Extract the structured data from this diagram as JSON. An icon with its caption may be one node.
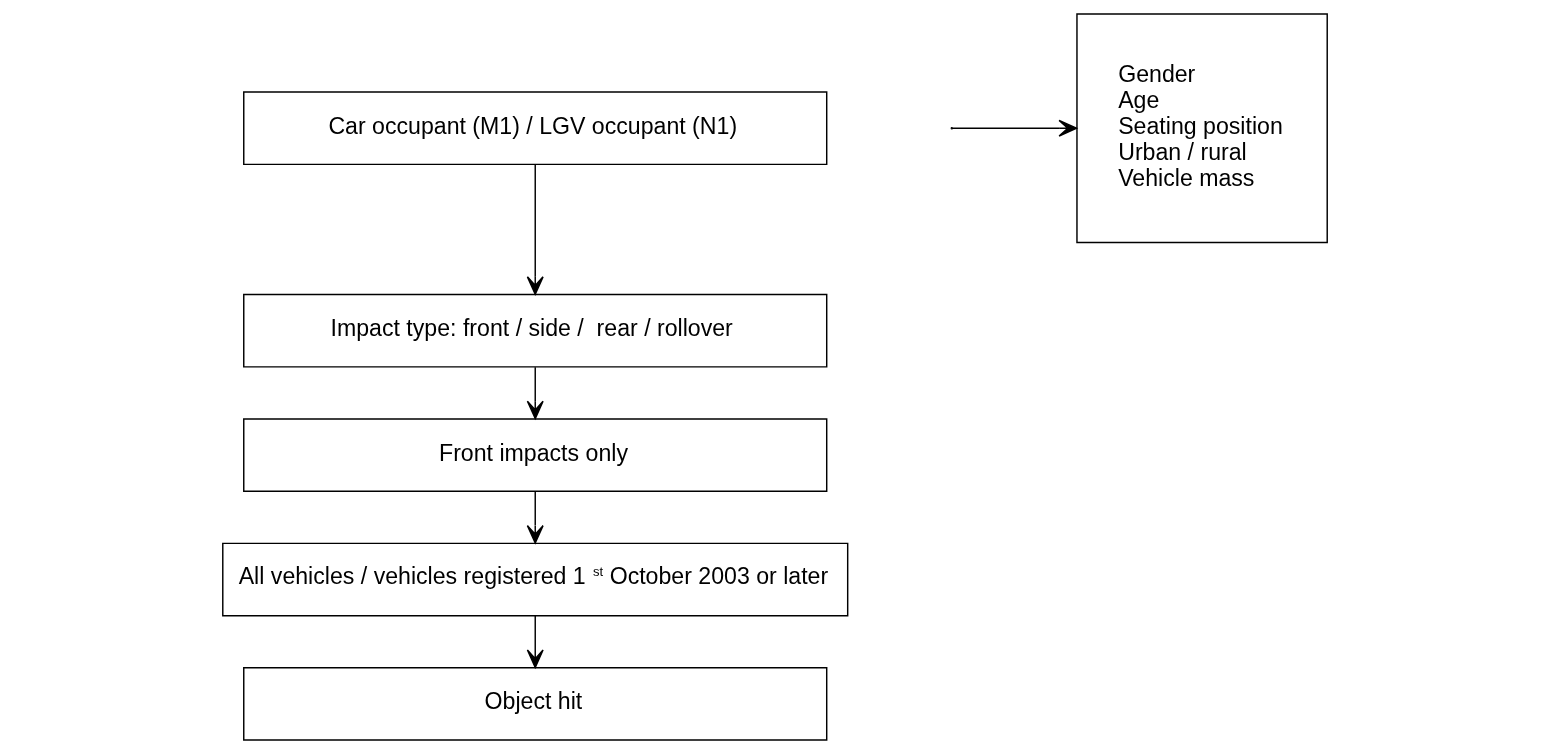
{
  "diagram": {
    "nodes": [
      {
        "text": [
          "Car occupant (M1) / LGV occupant (N1)"
        ]
      },
      {
        "text": [
          "Impact type: front / side /  rear / rollover"
        ]
      },
      {
        "text": [
          "Front impacts only"
        ]
      },
      {
        "text": [
          "All vehicles / vehicles registered 1$^{st}$ October 2003 or later"
        ]
      },
      {
        "text": [
          "Object hit"
        ]
      },
      {
        "text": [
          "Gender",
          "Age",
          "Seating position",
          "Urban / rural",
          "Vehicle mass"
        ]
      }
    ],
    "edges": [
      {
        "from": 0,
        "to": 1,
        "arrow": "to"
      },
      {
        "from": 1,
        "to": 2,
        "arrow": "to"
      },
      {
        "from": 2,
        "to": 3,
        "arrow": "to"
      },
      {
        "from": 3,
        "to": 4,
        "arrow": "to"
      },
      {
        "from": null,
        "to": 5,
        "arrow": "to"
      }
    ]
  }
}
